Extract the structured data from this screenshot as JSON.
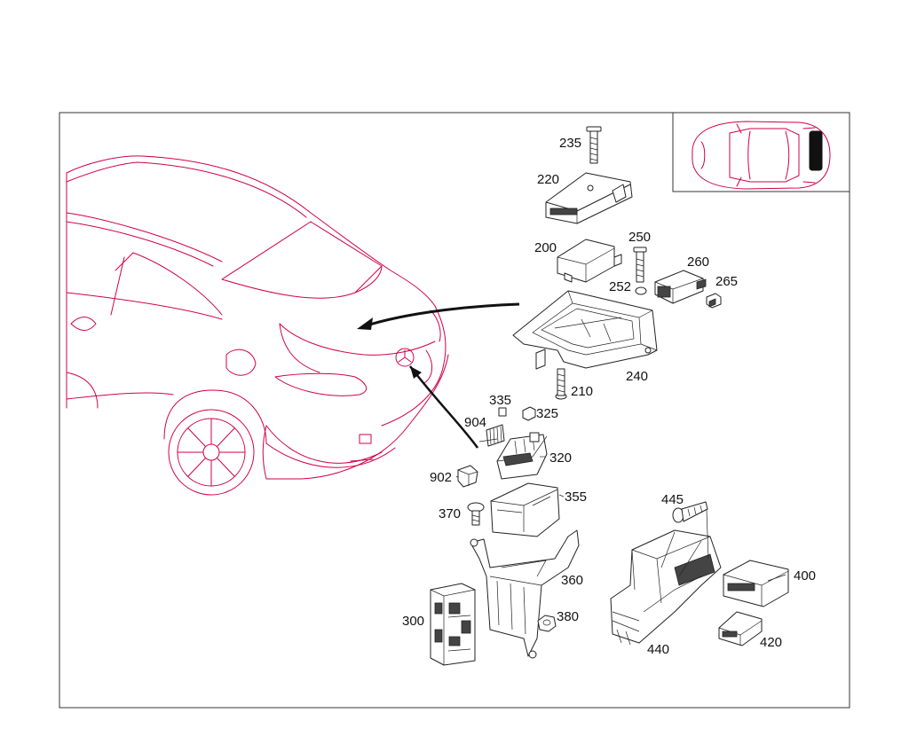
{
  "callouts": {
    "c235": "235",
    "c220": "220",
    "c200": "200",
    "c250": "250",
    "c260": "260",
    "c252": "252",
    "c265": "265",
    "c240": "240",
    "c210": "210",
    "c335": "335",
    "c325": "325",
    "c904": "904",
    "c320": "320",
    "c902": "902",
    "c355": "355",
    "c370": "370",
    "c445": "445",
    "c360": "360",
    "c400": "400",
    "c380": "380",
    "c300": "300",
    "c440": "440",
    "c420": "420"
  },
  "colors": {
    "car_outline": "#d2004a",
    "frame": "#333333",
    "part_outline": "#222222"
  }
}
